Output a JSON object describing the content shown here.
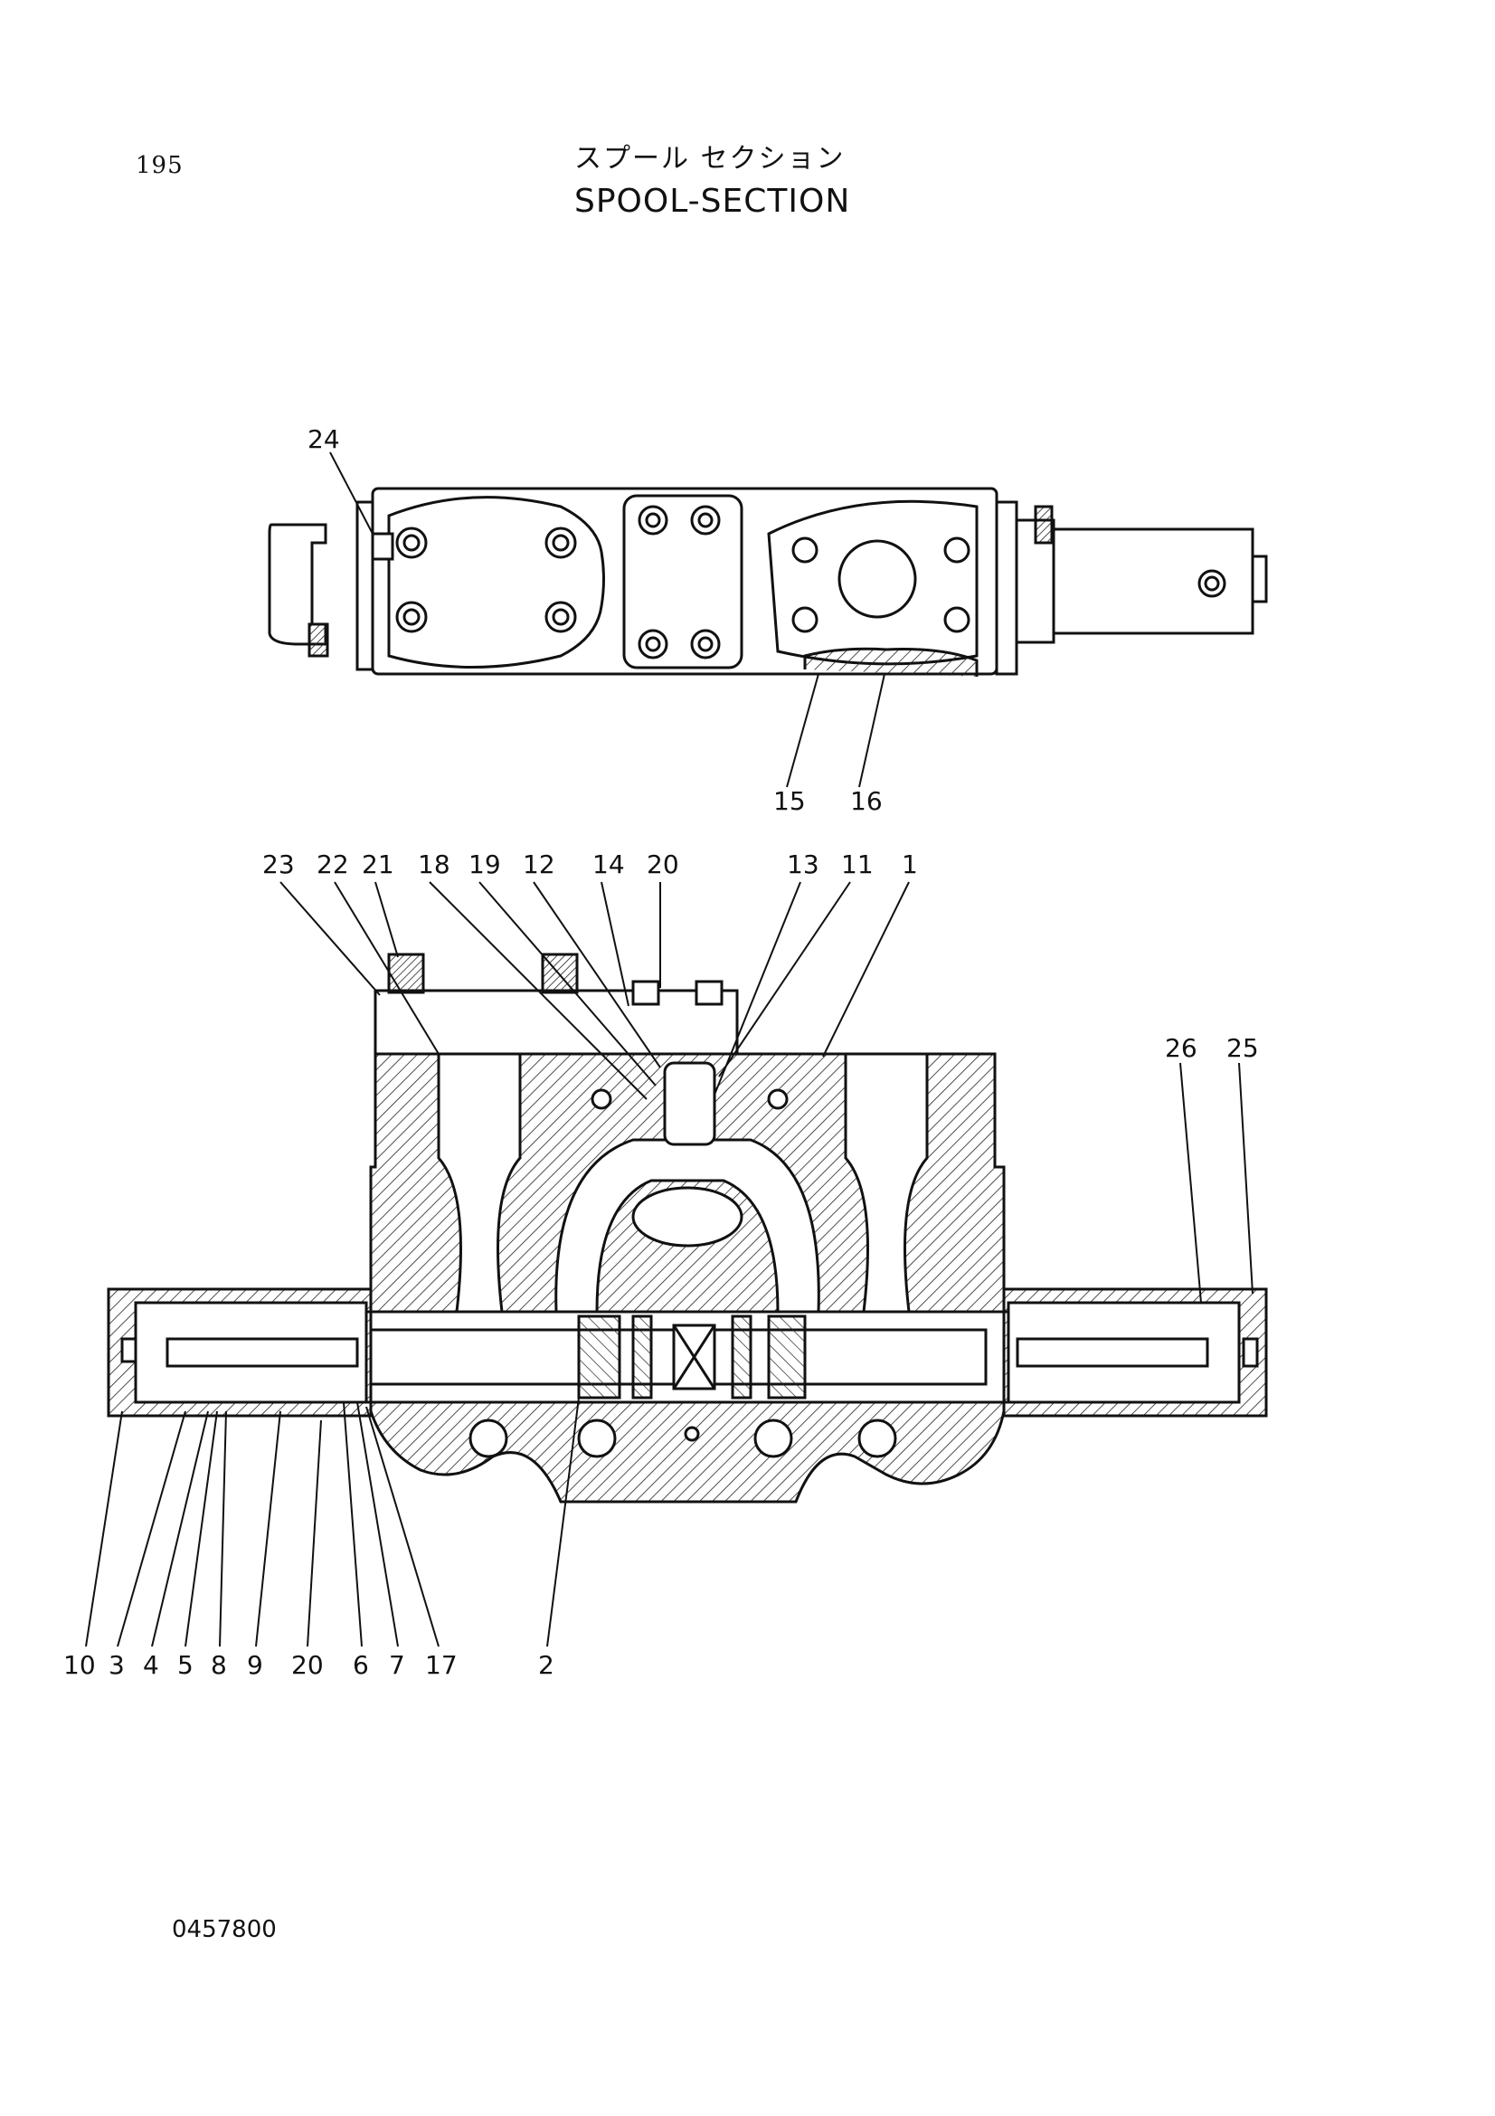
{
  "page_number": "195",
  "title_jp": "スプール セクション",
  "title_en": "SPOOL-SECTION",
  "drawing_code": "0457800",
  "callouts": {
    "c24": "24",
    "c15": "15",
    "c16": "16",
    "c23": "23",
    "c22": "22",
    "c21": "21",
    "c18": "18",
    "c19": "19",
    "c12": "12",
    "c14": "14",
    "c20top": "20",
    "c13": "13",
    "c11": "11",
    "c1": "1",
    "c26": "26",
    "c25": "25",
    "c10": "10",
    "c3": "3",
    "c4": "4",
    "c5": "5",
    "c8": "8",
    "c9": "9",
    "c20bot": "20",
    "c6": "6",
    "c7": "7",
    "c17": "17",
    "c2": "2"
  }
}
